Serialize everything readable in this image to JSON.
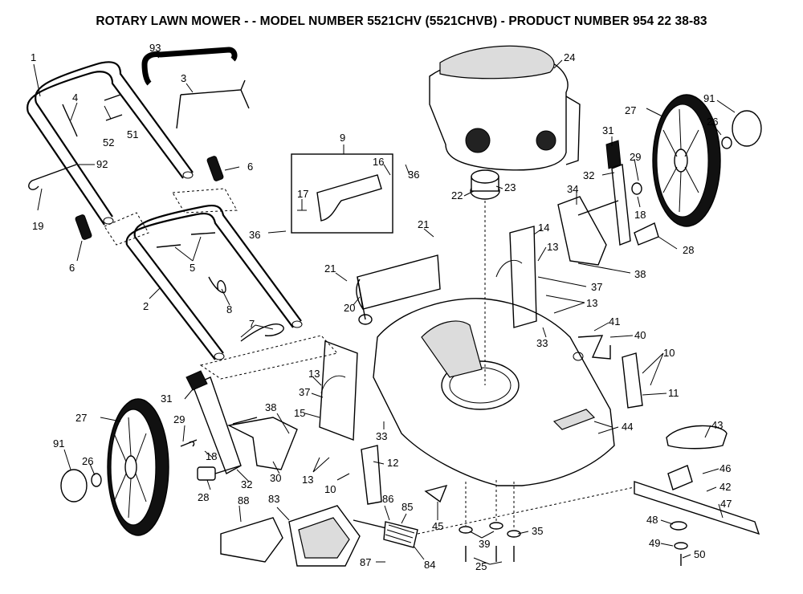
{
  "title": "ROTARY LAWN MOWER - - MODEL NUMBER 5521CHV (5521CHVB) - PRODUCT NUMBER 954 22 38-83",
  "callouts": [
    "1",
    "2",
    "3",
    "4",
    "5",
    "6",
    "7",
    "8",
    "9",
    "10",
    "11",
    "12",
    "13",
    "14",
    "15",
    "16",
    "17",
    "18",
    "19",
    "20",
    "21",
    "22",
    "23",
    "24",
    "25",
    "26",
    "27",
    "28",
    "29",
    "30",
    "31",
    "32",
    "33",
    "34",
    "35",
    "36",
    "37",
    "38",
    "39",
    "40",
    "41",
    "42",
    "43",
    "44",
    "45",
    "46",
    "47",
    "48",
    "49",
    "50",
    "51",
    "52",
    "83",
    "84",
    "85",
    "86",
    "87",
    "88",
    "91",
    "92",
    "93"
  ]
}
